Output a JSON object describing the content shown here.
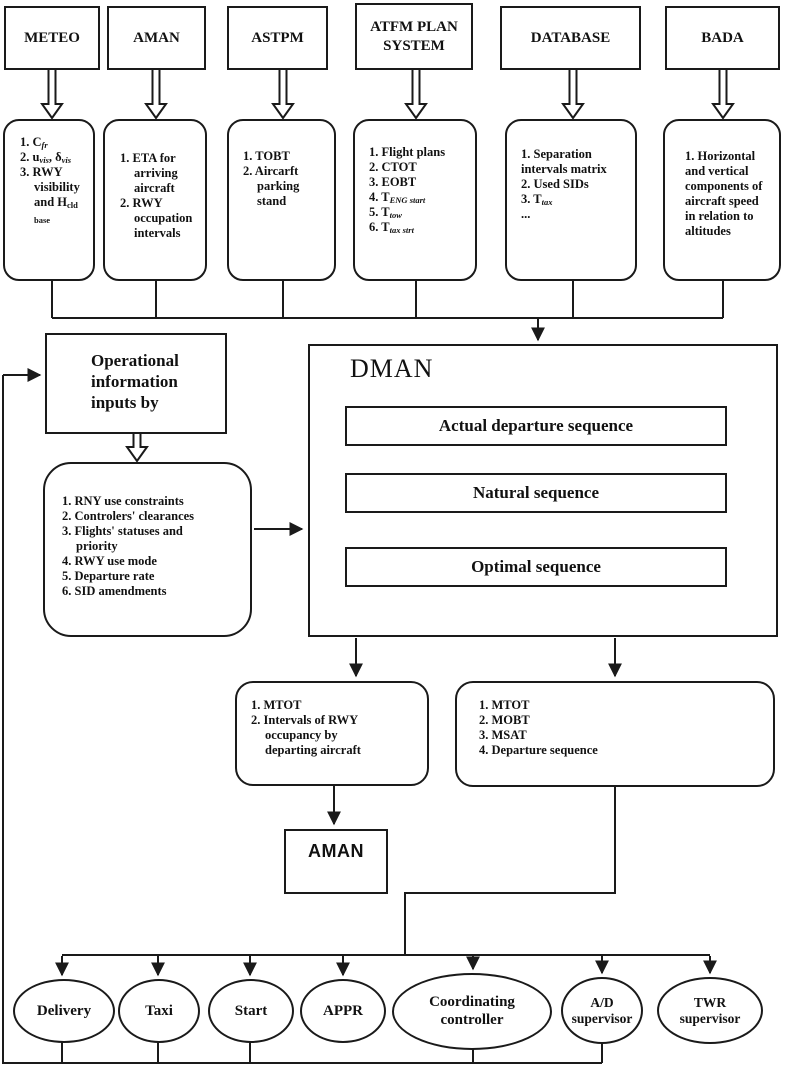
{
  "colors": {
    "line": "#1a1a1a",
    "background": "#ffffff"
  },
  "sources": [
    {
      "name": "METEO",
      "items": [
        [
          "1. C",
          {
            "sub": "fr",
            "i": true
          }
        ],
        [
          "2. u",
          {
            "sub": "vis",
            "i": true
          },
          ", δ",
          {
            "sub": "vis",
            "i": true
          }
        ],
        [
          "3. RWY visibility and H",
          {
            "sub": "cld base"
          }
        ]
      ]
    },
    {
      "name": "AMAN",
      "items": [
        [
          "1. ETA for arriving aircraft"
        ],
        [
          "2. RWY occupation intervals"
        ]
      ]
    },
    {
      "name": "ASTPM",
      "items": [
        [
          "1. TOBT"
        ],
        [
          "2. Aircarft parking stand"
        ]
      ]
    },
    {
      "name": "ATFM PLAN SYSTEM",
      "items": [
        [
          "1. Flight plans"
        ],
        [
          "2. CTOT"
        ],
        [
          "3. EOBT"
        ],
        [
          "4. T",
          {
            "sub": "ENG start",
            "i": true
          }
        ],
        [
          "5. T",
          {
            "sub": "tow",
            "i": true
          }
        ],
        [
          "6. T",
          {
            "sub": "tax strt",
            "i": true
          }
        ]
      ]
    },
    {
      "name": "DATABASE",
      "items": [
        [
          "1. Separation intervals matrix"
        ],
        [
          "2. Used SIDs"
        ],
        [
          "3. T",
          {
            "sub": "tax",
            "i": true
          }
        ],
        [
          "..."
        ]
      ]
    },
    {
      "name": "BADA",
      "items": [
        [
          "1. Horizontal and vertical components of aircraft speed in relation to altitudes"
        ]
      ]
    }
  ],
  "operational": {
    "title": "Operational information inputs by",
    "items": [
      [
        "1. RNY use constraints"
      ],
      [
        "2. Controlers' clearances"
      ],
      [
        "3. Flights' statuses and priority"
      ],
      [
        "4. RWY use mode"
      ],
      [
        "5. Departure rate"
      ],
      [
        "6. SID amendments"
      ]
    ]
  },
  "dman": {
    "title": "DMAN",
    "sequences": [
      "Actual departure sequence",
      "Natural sequence",
      "Optimal sequence"
    ]
  },
  "outputs": {
    "to_aman": {
      "items": [
        [
          "1. MTOT"
        ],
        [
          "2. Intervals of RWY occupancy by departing aircraft"
        ]
      ]
    },
    "to_controllers": {
      "items": [
        [
          "1. MTOT"
        ],
        [
          "2. MOBT"
        ],
        [
          "3. MSAT"
        ],
        [
          "4. Departure sequence"
        ]
      ]
    }
  },
  "aman_target": {
    "label": "AMAN"
  },
  "actors": [
    {
      "label": "Delivery"
    },
    {
      "label": "Taxi"
    },
    {
      "label": "Start"
    },
    {
      "label": "APPR"
    },
    {
      "label": "Coordinating controller"
    },
    {
      "label": "A/D supervisor"
    },
    {
      "label": "TWR supervisor"
    }
  ]
}
